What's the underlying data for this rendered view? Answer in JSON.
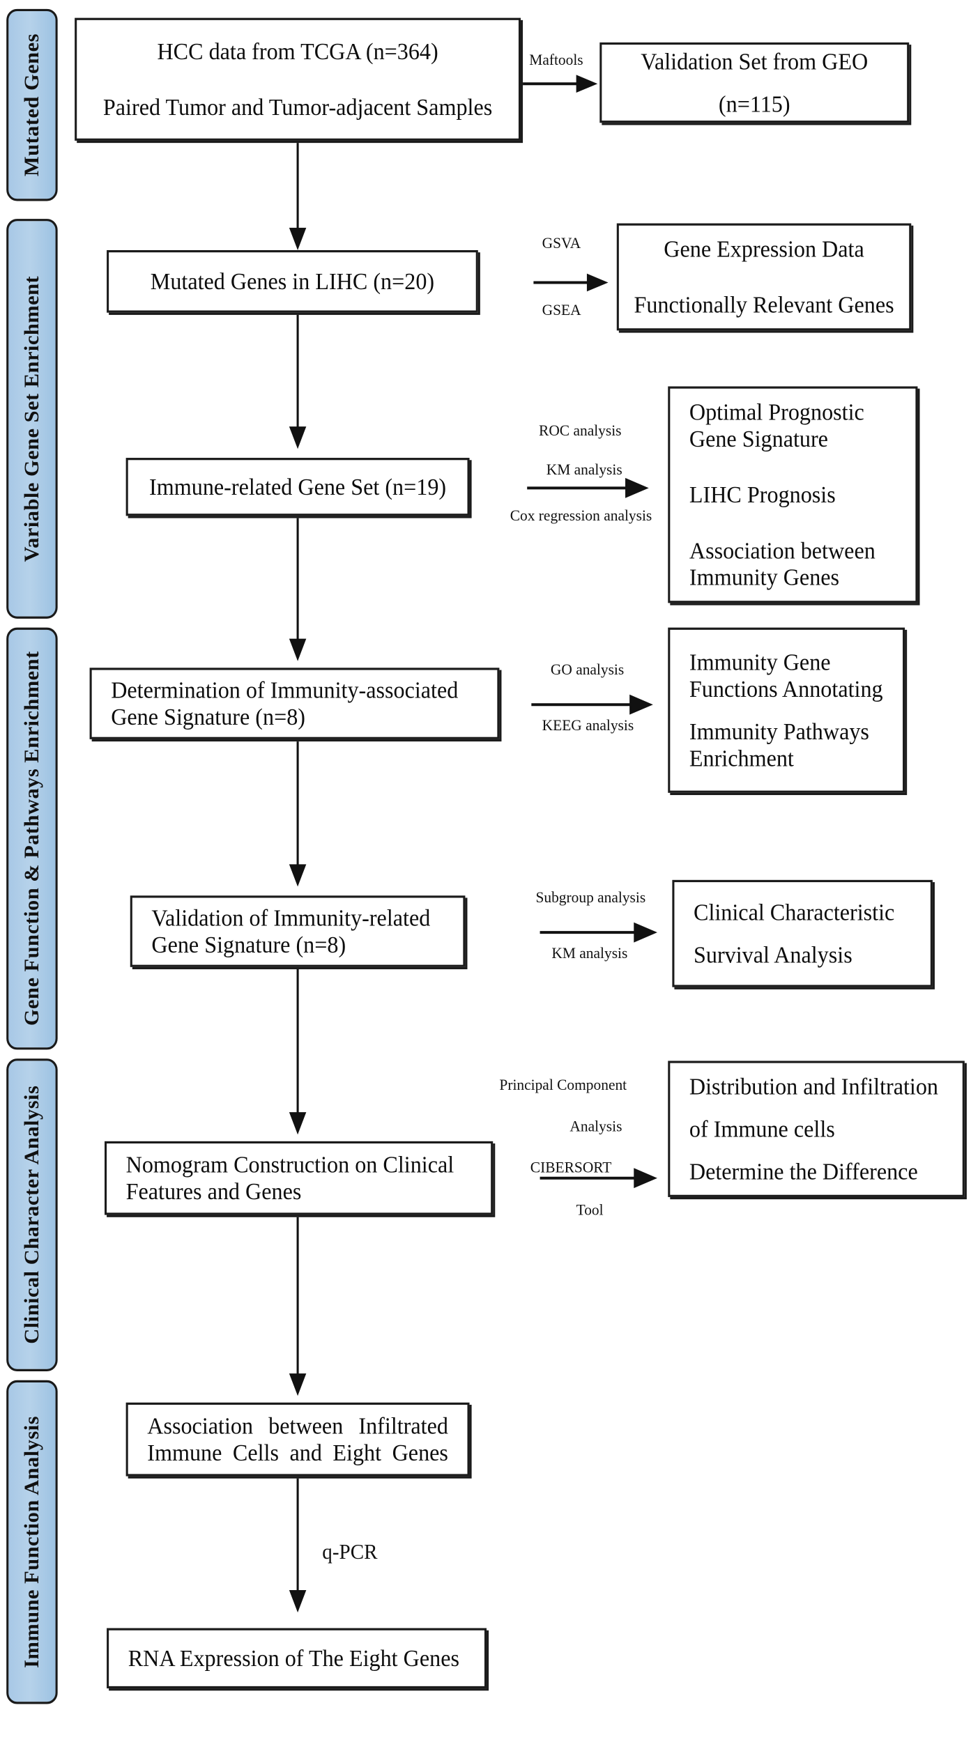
{
  "title": "HCC Immunity-related Gene Signature Analysis Workflow",
  "stages": [
    {
      "id": "mutated-genes",
      "label": "Mutated Genes"
    },
    {
      "id": "variable-gene-set",
      "label": "Variable Gene Set Enrichment"
    },
    {
      "id": "gene-function-pathways",
      "label": "Gene Function & Pathways Enrichment"
    },
    {
      "id": "clinical-character",
      "label": "Clinical Character Analysis"
    },
    {
      "id": "immune-function",
      "label": "Immune Function Analysis"
    }
  ],
  "boxes": {
    "hcc_data": {
      "line1": "HCC data from TCGA (n=364)",
      "line2": "Paired Tumor and Tumor-adjacent Samples"
    },
    "validation_geo": {
      "line1": "Validation Set from  GEO",
      "line2": "(n=115)"
    },
    "mutated_lihc": {
      "line1": "Mutated Genes in LIHC (n=20)"
    },
    "gene_expression": {
      "line1": "Gene Expression Data",
      "line2": "Functionally Relevant Genes"
    },
    "immune_gene_set": {
      "line1": "Immune-related Gene Set (n=19)"
    },
    "prognostic": {
      "line1": "Optimal Prognostic",
      "line2": "Gene Signature",
      "line3": "LIHC Prognosis",
      "line4": "Association between",
      "line5": "Immunity Genes"
    },
    "determination": {
      "line1": "Determination of  Immunity-associated",
      "line2": "Gene Signature (n=8)"
    },
    "immunity_func": {
      "line1": "Immunity Gene",
      "line2": "Functions Annotating",
      "line3": "Immunity Pathways",
      "line4": "Enrichment"
    },
    "validation_sig": {
      "line1": "Validation of Immunity-related",
      "line2": "Gene Signature  (n=8)"
    },
    "clinical_char": {
      "line1": "Clinical Characteristic",
      "line2": "Survival Analysis"
    },
    "nomogram": {
      "line1": "Nomogram Construction on Clinical",
      "line2": "Features and Genes"
    },
    "distribution": {
      "line1": "Distribution and Infiltration",
      "line2": "of Immune cells",
      "line3": "Determine the Difference"
    },
    "association": {
      "line1": "Association   between   Infiltrated",
      "line2": "Immune Cells and Eight Genes"
    },
    "rna_expression": {
      "line1": "RNA Expression of The Eight Genes"
    }
  },
  "arrow_labels": {
    "maftools": "Maftools",
    "gsva": "GSVA",
    "gsea": "GSEA",
    "roc": "ROC analysis",
    "km1": "KM analysis",
    "cox": "Cox regression analysis",
    "go": "GO analysis",
    "keeg": "KEEG analysis",
    "subgroup": "Subgroup analysis",
    "km2": "KM analysis",
    "pca_line1": "Principal Component",
    "pca_line2": "Analysis",
    "cibersort": "CIBERSORT",
    "tool": "Tool",
    "qpcr": "q-PCR"
  },
  "colors": {
    "stage_fill": "#aecbe8",
    "stage_border": "#1a1a1a",
    "box_border": "#1b1b1b",
    "ink": "#0d0d0d",
    "page_bg": "#ffffff"
  }
}
